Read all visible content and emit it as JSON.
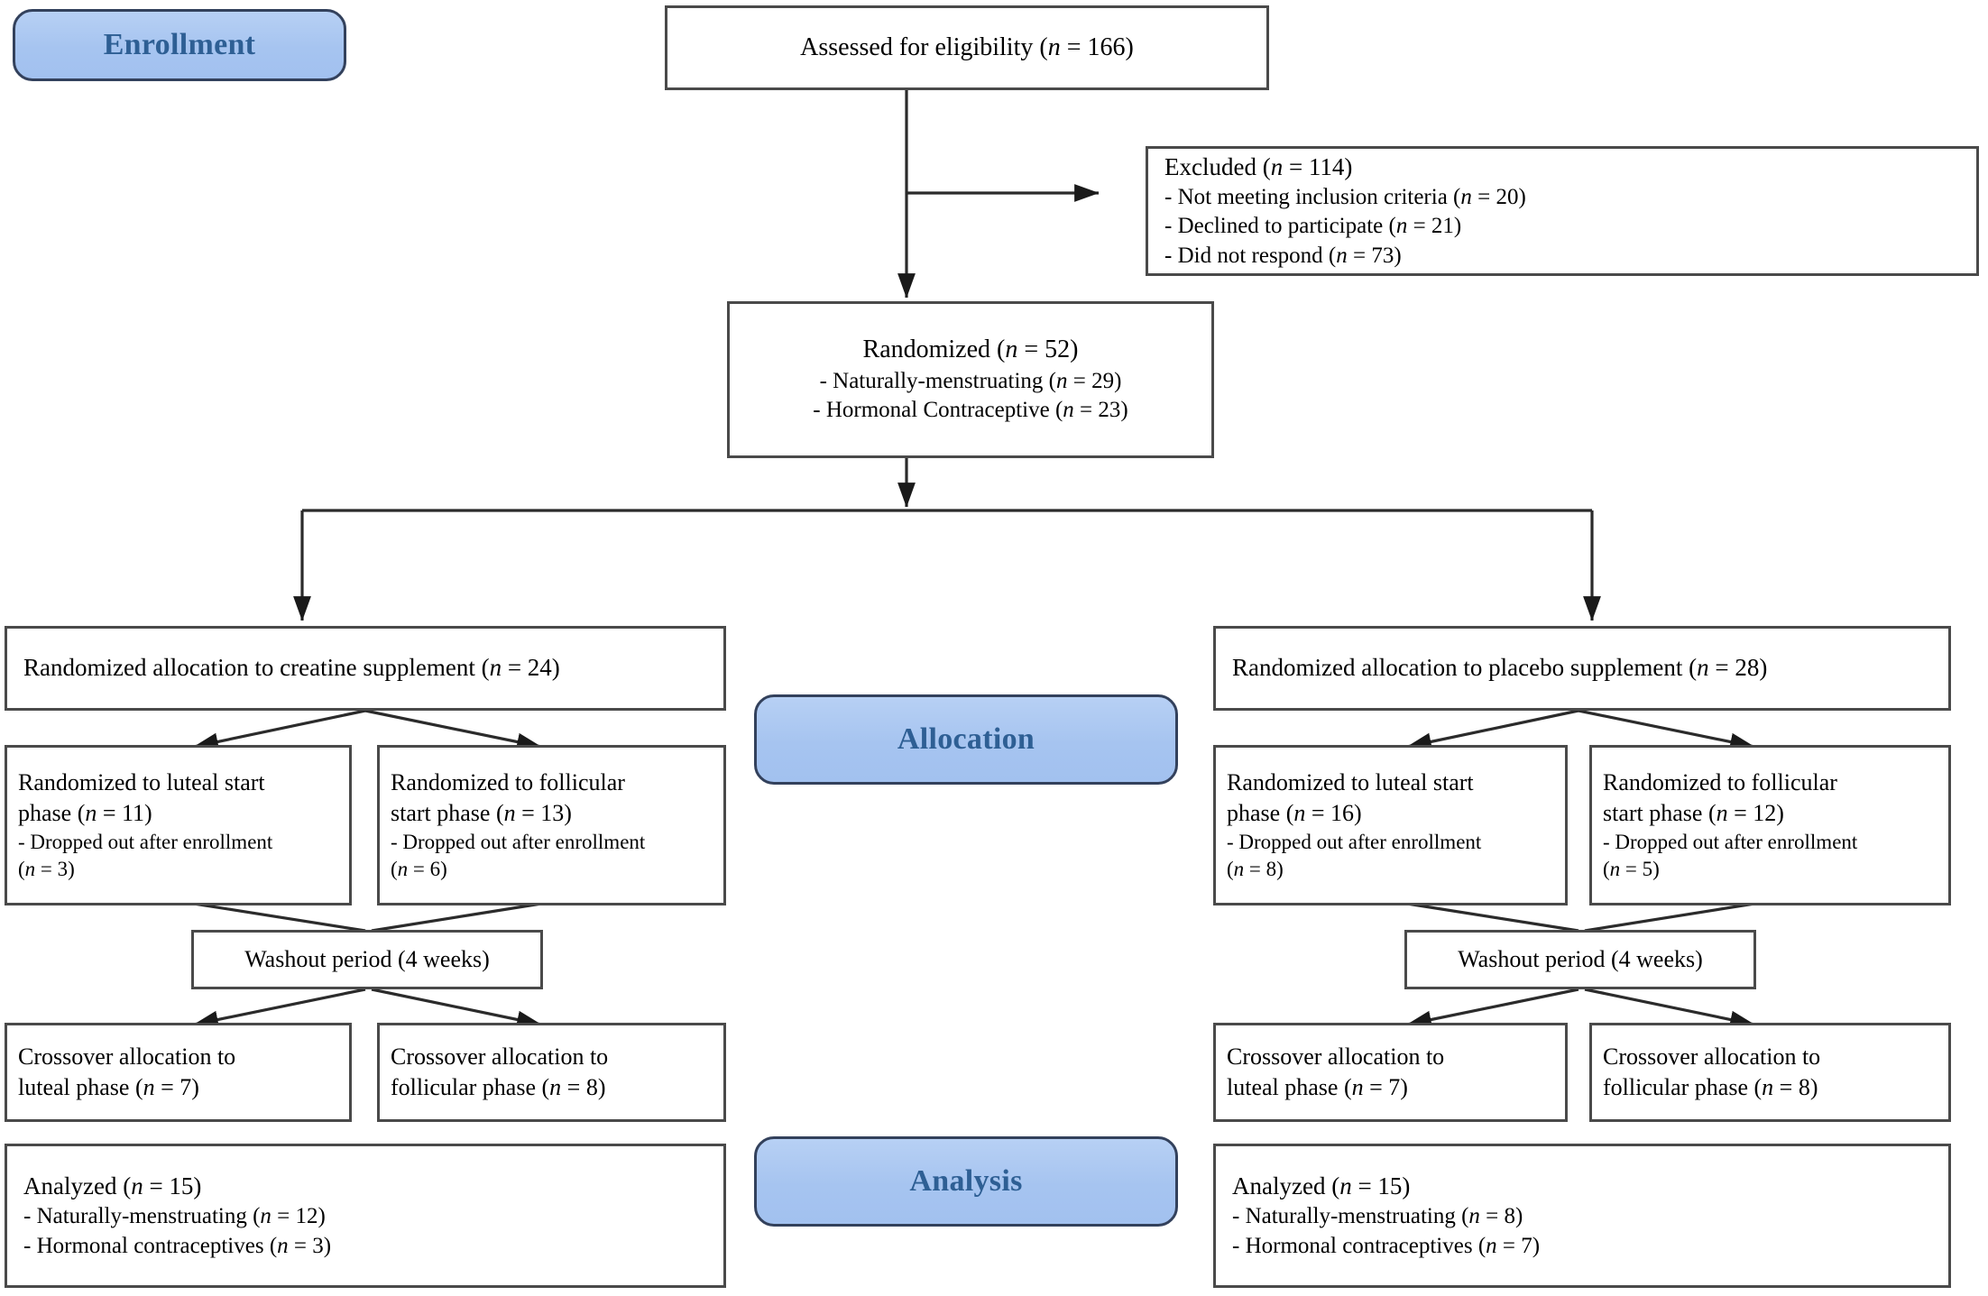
{
  "diagram": {
    "title": "CONSORT participant flow diagram",
    "accent_badge_fill": "#a6c4f0",
    "accent_badge_text": "#2e5f94",
    "box_border": "#4a4a4a",
    "background": "#ffffff"
  },
  "stage_badges": [
    {
      "id": "enrollment",
      "label": "Enrollment"
    },
    {
      "id": "allocation",
      "label": "Allocation"
    },
    {
      "id": "analysis",
      "label": "Analysis"
    }
  ],
  "enrollment": {
    "assessed": {
      "label": "Assessed for eligibility (",
      "n_var": "n",
      "n_eq": " = 166)"
    },
    "assessed_text": "Assessed for eligibility (n = 166)",
    "excluded": {
      "heading_pre": "Excluded (",
      "heading_post": " = 114)",
      "reasons": [
        {
          "text_pre": "- Not meeting inclusion criteria (",
          "text_post": " = 20)"
        },
        {
          "text_pre": "- Declined to participate (",
          "text_post": " = 21)"
        },
        {
          "text_pre": "- Did not respond (",
          "text_post": " = 73)"
        }
      ]
    },
    "randomized": {
      "heading_pre": "Randomized (",
      "heading_post": " = 52)",
      "items": [
        {
          "text_pre": "-  Naturally-menstruating (",
          "text_post": " = 29)"
        },
        {
          "text_pre": "-  Hormonal Contraceptive (",
          "text_post": " = 23)"
        }
      ]
    }
  },
  "arms": {
    "left": {
      "allocation_pre": "Randomized allocation to creatine supplement (",
      "allocation_post": " = 24)",
      "start_phases": [
        {
          "title_line1": "Randomized to luteal start",
          "title_line2_pre": "phase (",
          "title_line2_post": " = 11)",
          "dropout_line1": "- Dropped out after enrollment",
          "dropout_line2_pre": "(",
          "dropout_line2_post": " = 3)"
        },
        {
          "title_line1": "Randomized to follicular",
          "title_line2_pre": "start phase (",
          "title_line2_post": " = 13)",
          "dropout_line1": "- Dropped out after enrollment",
          "dropout_line2_pre": "(",
          "dropout_line2_post": " = 6)"
        }
      ],
      "washout": "Washout period (4 weeks)",
      "crossovers": [
        {
          "line1": "Crossover allocation to",
          "line2_pre": "luteal phase (",
          "line2_post": " = 7)"
        },
        {
          "line1": "Crossover allocation to",
          "line2_pre": "follicular phase (",
          "line2_post": " = 8)"
        }
      ],
      "analyzed": {
        "heading_pre": "Analyzed (",
        "heading_post": " = 15)",
        "items": [
          {
            "text_pre": "-  Naturally-menstruating (",
            "text_post": " = 12)"
          },
          {
            "text_pre": "-  Hormonal contraceptives (",
            "text_post": " = 3)"
          }
        ]
      }
    },
    "right": {
      "allocation_pre": "Randomized allocation to placebo supplement (",
      "allocation_post": " = 28)",
      "start_phases": [
        {
          "title_line1": "Randomized to luteal start",
          "title_line2_pre": "phase (",
          "title_line2_post": " = 16)",
          "dropout_line1": "- Dropped out after enrollment",
          "dropout_line2_pre": "(",
          "dropout_line2_post": " = 8)"
        },
        {
          "title_line1": "Randomized to follicular",
          "title_line2_pre": "start phase (",
          "title_line2_post": " = 12)",
          "dropout_line1": "- Dropped out after enrollment",
          "dropout_line2_pre": "(",
          "dropout_line2_post": " = 5)"
        }
      ],
      "washout": "Washout period (4 weeks)",
      "crossovers": [
        {
          "line1": "Crossover allocation to",
          "line2_pre": "luteal phase (",
          "line2_post": " = 7)"
        },
        {
          "line1": "Crossover allocation to",
          "line2_pre": "follicular phase (",
          "line2_post": " = 8)"
        }
      ],
      "analyzed": {
        "heading_pre": "Analyzed (",
        "heading_post": " = 15)",
        "items": [
          {
            "text_pre": "-  Naturally-menstruating (",
            "text_post": " = 8)"
          },
          {
            "text_pre": "-  Hormonal contraceptives (",
            "text_post": " = 7)"
          }
        ]
      }
    }
  },
  "symbols": {
    "n": "n"
  },
  "chart_data": {
    "type": "diagram",
    "title": "CONSORT flow diagram: creatine vs placebo crossover trial",
    "nodes": [
      {
        "id": "assessed",
        "stage": "Enrollment",
        "label": "Assessed for eligibility",
        "n": 166
      },
      {
        "id": "excluded",
        "stage": "Enrollment",
        "label": "Excluded",
        "n": 114,
        "breakdown": [
          {
            "label": "Not meeting inclusion criteria",
            "n": 20
          },
          {
            "label": "Declined to participate",
            "n": 21
          },
          {
            "label": "Did not respond",
            "n": 73
          }
        ]
      },
      {
        "id": "randomized",
        "stage": "Enrollment",
        "label": "Randomized",
        "n": 52,
        "breakdown": [
          {
            "label": "Naturally-menstruating",
            "n": 29
          },
          {
            "label": "Hormonal Contraceptive",
            "n": 23
          }
        ]
      },
      {
        "id": "alloc_creatine",
        "stage": "Allocation",
        "label": "Randomized allocation to creatine supplement",
        "n": 24
      },
      {
        "id": "alloc_placebo",
        "stage": "Allocation",
        "label": "Randomized allocation to placebo supplement",
        "n": 28
      },
      {
        "id": "creatine_luteal_start",
        "stage": "Allocation",
        "label": "Randomized to luteal start phase",
        "n": 11,
        "dropped_out": 3
      },
      {
        "id": "creatine_follicular_start",
        "stage": "Allocation",
        "label": "Randomized to follicular start phase",
        "n": 13,
        "dropped_out": 6
      },
      {
        "id": "placebo_luteal_start",
        "stage": "Allocation",
        "label": "Randomized to luteal start phase",
        "n": 16,
        "dropped_out": 8
      },
      {
        "id": "placebo_follicular_start",
        "stage": "Allocation",
        "label": "Randomized to follicular start phase",
        "n": 12,
        "dropped_out": 5
      },
      {
        "id": "creatine_washout",
        "stage": "Allocation",
        "label": "Washout period (4 weeks)"
      },
      {
        "id": "placebo_washout",
        "stage": "Allocation",
        "label": "Washout period (4 weeks)"
      },
      {
        "id": "creatine_cross_luteal",
        "stage": "Allocation",
        "label": "Crossover allocation to luteal phase",
        "n": 7
      },
      {
        "id": "creatine_cross_follicular",
        "stage": "Allocation",
        "label": "Crossover allocation to follicular phase",
        "n": 8
      },
      {
        "id": "placebo_cross_luteal",
        "stage": "Allocation",
        "label": "Crossover allocation to luteal phase",
        "n": 7
      },
      {
        "id": "placebo_cross_follicular",
        "stage": "Allocation",
        "label": "Crossover allocation to follicular phase",
        "n": 8
      },
      {
        "id": "analyzed_creatine",
        "stage": "Analysis",
        "label": "Analyzed",
        "n": 15,
        "breakdown": [
          {
            "label": "Naturally-menstruating",
            "n": 12
          },
          {
            "label": "Hormonal contraceptives",
            "n": 3
          }
        ]
      },
      {
        "id": "analyzed_placebo",
        "stage": "Analysis",
        "label": "Analyzed",
        "n": 15,
        "breakdown": [
          {
            "label": "Naturally-menstruating",
            "n": 8
          },
          {
            "label": "Hormonal contraceptives",
            "n": 7
          }
        ]
      }
    ],
    "edges": [
      {
        "from": "assessed",
        "to": "excluded"
      },
      {
        "from": "assessed",
        "to": "randomized"
      },
      {
        "from": "randomized",
        "to": "alloc_creatine"
      },
      {
        "from": "randomized",
        "to": "alloc_placebo"
      },
      {
        "from": "alloc_creatine",
        "to": "creatine_luteal_start"
      },
      {
        "from": "alloc_creatine",
        "to": "creatine_follicular_start"
      },
      {
        "from": "alloc_placebo",
        "to": "placebo_luteal_start"
      },
      {
        "from": "alloc_placebo",
        "to": "placebo_follicular_start"
      },
      {
        "from": "creatine_luteal_start",
        "to": "creatine_washout"
      },
      {
        "from": "creatine_follicular_start",
        "to": "creatine_washout"
      },
      {
        "from": "creatine_washout",
        "to": "creatine_cross_luteal"
      },
      {
        "from": "creatine_washout",
        "to": "creatine_cross_follicular"
      },
      {
        "from": "placebo_luteal_start",
        "to": "placebo_washout"
      },
      {
        "from": "placebo_follicular_start",
        "to": "placebo_washout"
      },
      {
        "from": "placebo_washout",
        "to": "placebo_cross_luteal"
      },
      {
        "from": "placebo_washout",
        "to": "placebo_cross_follicular"
      },
      {
        "from": "creatine_cross_luteal",
        "to": "analyzed_creatine"
      },
      {
        "from": "creatine_cross_follicular",
        "to": "analyzed_creatine"
      },
      {
        "from": "placebo_cross_luteal",
        "to": "analyzed_placebo"
      },
      {
        "from": "placebo_cross_follicular",
        "to": "analyzed_placebo"
      }
    ]
  }
}
